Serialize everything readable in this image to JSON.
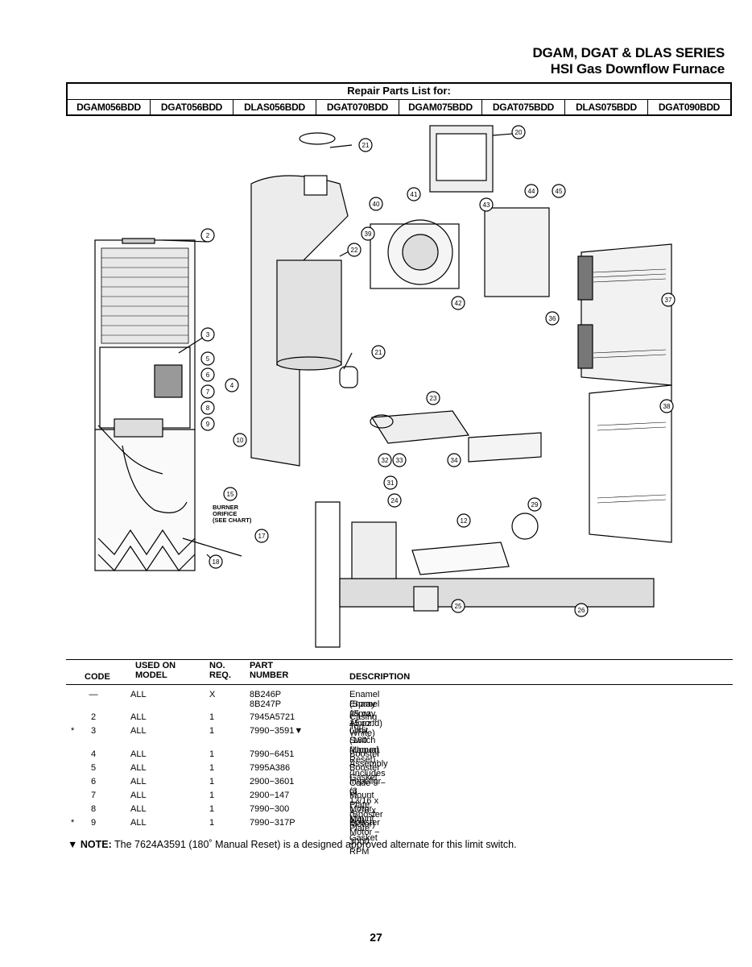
{
  "header": {
    "series": "DGAM, DGAT & DLAS SERIES",
    "subtitle": "HSI Gas Downflow Furnace"
  },
  "repair_parts": {
    "title": "Repair Parts List for:",
    "models": [
      "DGAM056BDD",
      "DGAT056BDD",
      "DLAS056BDD",
      "DGAT070BDD",
      "DGAM075BDD",
      "DGAT075BDD",
      "DLAS075BDD",
      "DGAT090BDD"
    ]
  },
  "diagram": {
    "callouts": [
      "2",
      "3",
      "4",
      "5",
      "6",
      "7",
      "8",
      "9",
      "10",
      "12",
      "15",
      "17",
      "18",
      "20",
      "21",
      "21",
      "22",
      "23",
      "24",
      "25",
      "26",
      "29",
      "31",
      "32",
      "33",
      "34",
      "36",
      "37",
      "38",
      "39",
      "40",
      "41",
      "42",
      "43",
      "44",
      "45"
    ],
    "burner_label": [
      "BURNER",
      "ORIFICE",
      "(SEE CHART)"
    ]
  },
  "table": {
    "headers": {
      "code": "CODE",
      "used_on_top": "USED ON",
      "used_on_bottom": "MODEL",
      "no_top": "NO.",
      "no_bottom": "REQ.",
      "part_top": "PART",
      "part_bottom": "NUMBER",
      "description": "DESCRIPTION"
    },
    "rows": [
      {
        "star": "",
        "code": "—",
        "model": "ALL",
        "req": "X",
        "part": "8B246P",
        "desc": "Enamel (Spray 15 oz. Almond)"
      },
      {
        "star": "",
        "code": "",
        "model": "",
        "req": "",
        "part": "8B247P",
        "desc": "Enamel (Spray 15 oz. White)"
      },
      {
        "star": "",
        "code": "2",
        "model": "ALL",
        "req": "1",
        "part": "7945A5721",
        "desc": "Casing Top"
      },
      {
        "star": "*",
        "code": "3",
        "model": "ALL",
        "req": "1",
        "part": "7990−3591▼",
        "desc": "Limit Switch (Upper)"
      },
      {
        "star": "",
        "code": "",
        "model": "",
        "req": "",
        "part": "",
        "desc": "(180˚ Manual Reset)"
      },
      {
        "star": "",
        "code": "4",
        "model": "ALL",
        "req": "1",
        "part": "7990−6451",
        "desc": "Booster Assembly (Includes Code 5 − 9)"
      },
      {
        "star": "",
        "code": "5",
        "model": "ALL",
        "req": "1",
        "part": "7995A386",
        "desc": "Booster Gasket"
      },
      {
        "star": "",
        "code": "6",
        "model": "ALL",
        "req": "1",
        "part": "2900−3601",
        "desc": "Impellor (3 13/16 x 1 7/8 x 1/4)"
      },
      {
        "star": "",
        "code": "7",
        "model": "ALL",
        "req": "1",
        "part": "2900−147",
        "desc": "Mount Plate (Booster Motor)"
      },
      {
        "star": "",
        "code": "8",
        "model": "ALL",
        "req": "1",
        "part": "7990−300",
        "desc": "Motor Mount Plate Gasket"
      },
      {
        "star": "*",
        "code": "9",
        "model": "ALL",
        "req": "1",
        "part": "7990−317P",
        "desc": "Booster Motor − 3000 RPM"
      }
    ]
  },
  "note": {
    "label": "▼ NOTE:",
    "text": " The 7624A3591 (180˚ Manual Reset) is a designed approved alternate for this limit switch."
  },
  "page_number": "27"
}
